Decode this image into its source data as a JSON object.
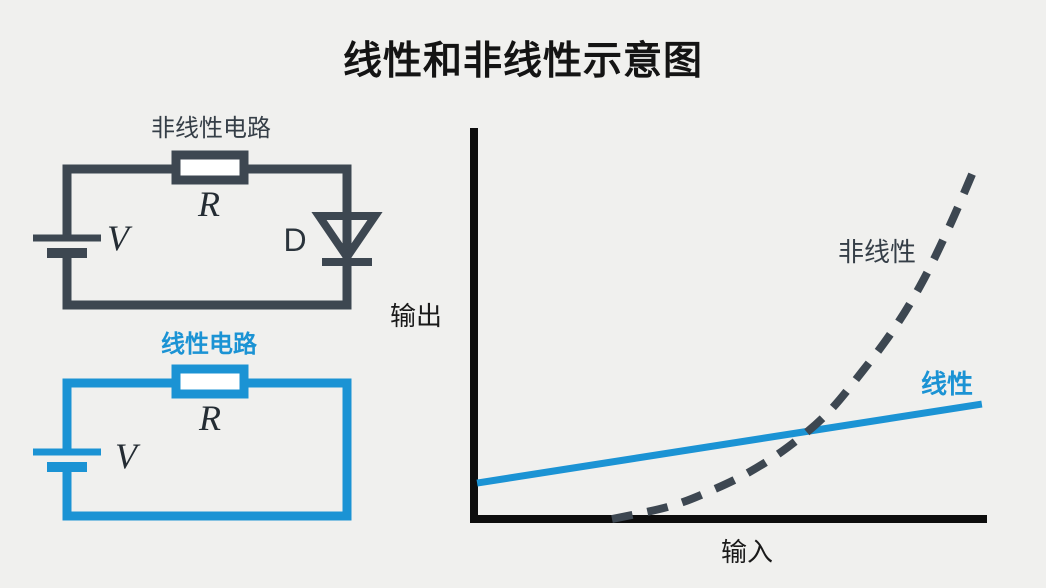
{
  "title": "线性和非线性示意图",
  "colors": {
    "background": "#f0f0ee",
    "dark": "#3d4751",
    "blue": "#1b93d4",
    "axis": "#0d0d0d",
    "text_dark": "#353e47",
    "text_black": "#1a1a1a"
  },
  "circuits": {
    "nonlinear": {
      "label": "非线性电路",
      "resistor": "R",
      "source": "V",
      "diode": "D"
    },
    "linear": {
      "label": "线性电路",
      "resistor": "R",
      "source": "V"
    }
  },
  "chart_data": {
    "type": "line",
    "title": "",
    "xlabel": "输入",
    "ylabel": "输出",
    "x_range": [
      0,
      1
    ],
    "y_range": [
      0,
      1
    ],
    "grid": false,
    "legend": "inline-annotations",
    "series": [
      {
        "name": "线性",
        "color": "#1b93d4",
        "style": "solid",
        "points": [
          [
            0.006,
            0.092
          ],
          [
            0.99,
            0.294
          ]
        ]
      },
      {
        "name": "非线性",
        "color": "#3d4751",
        "style": "dashed",
        "points": [
          [
            0.269,
            0.0
          ],
          [
            0.378,
            0.031
          ],
          [
            0.456,
            0.069
          ],
          [
            0.534,
            0.118
          ],
          [
            0.612,
            0.184
          ],
          [
            0.688,
            0.269
          ],
          [
            0.756,
            0.376
          ],
          [
            0.817,
            0.483
          ],
          [
            0.873,
            0.604
          ],
          [
            0.928,
            0.752
          ],
          [
            0.982,
            0.916
          ]
        ]
      }
    ]
  }
}
